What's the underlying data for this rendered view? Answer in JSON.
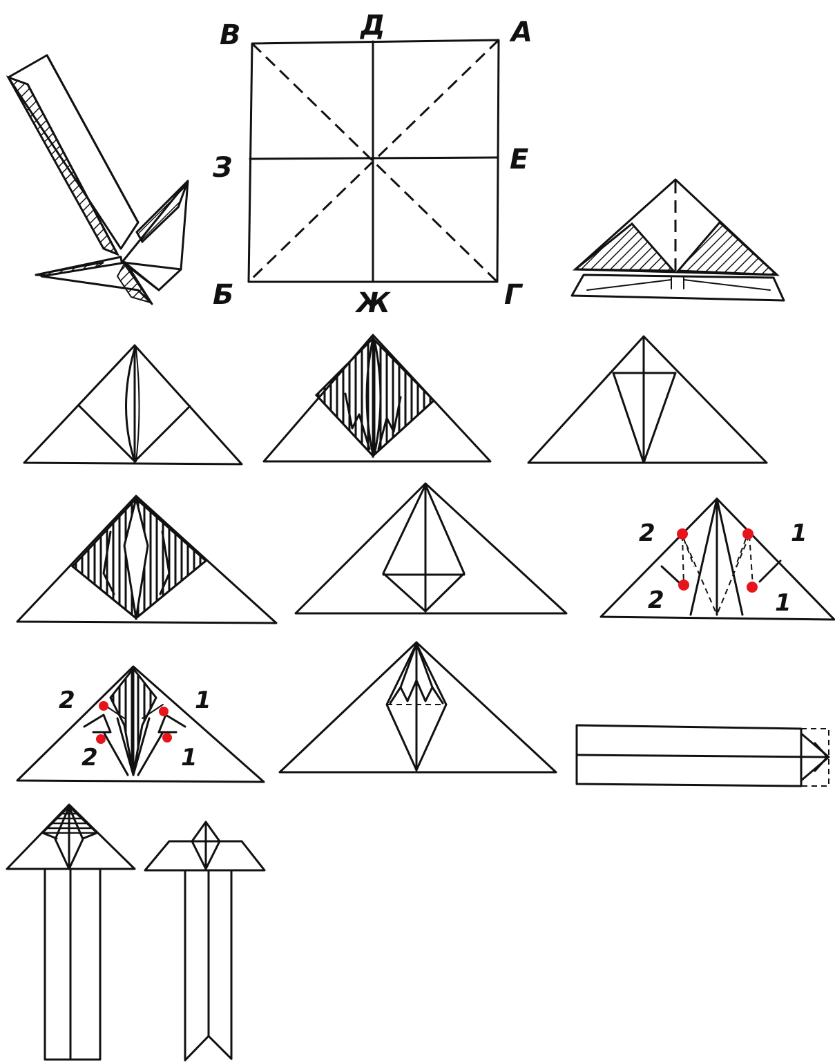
{
  "square_labels": {
    "top_left": "В",
    "top_mid": "Д",
    "top_right": "А",
    "mid_left": "З",
    "mid_right": "Е",
    "bottom_left": "Б",
    "bottom_mid": "Ж",
    "bottom_right": "Г"
  },
  "step8_labels": {
    "left_top": "2",
    "left_bottom": "2",
    "right_top": "1",
    "right_bottom": "1"
  },
  "step9_labels": {
    "left_top": "2",
    "left_bottom": "2",
    "right_top": "1",
    "right_bottom": "1"
  },
  "colors": {
    "ink": "#111111",
    "marker": "#e8141c",
    "paper": "#ffffff"
  }
}
